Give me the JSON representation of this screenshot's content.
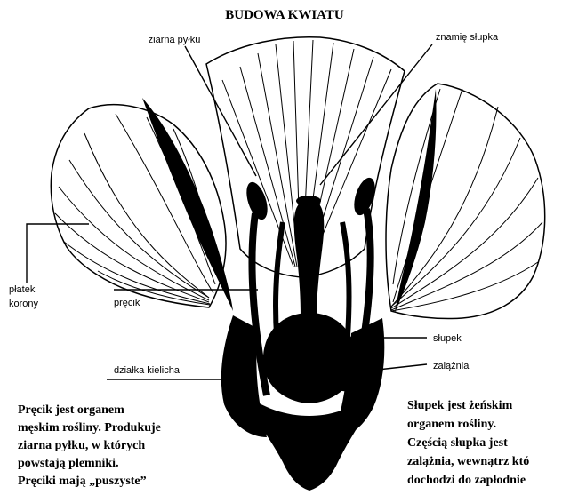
{
  "diagram": {
    "title": "BUDOWA KWIATU",
    "labels": {
      "ziarna_pylku": "ziarna pyłku",
      "znamie_slupka": "znamię słupka",
      "platek": "płatek",
      "korony": "korony",
      "precik": "pręcik",
      "slupek": "słupek",
      "dzialka_kielicha": "działka kielicha",
      "zalaznia": "zalążnia"
    },
    "left_text": [
      "Pręcik jest organem",
      "męskim rośliny. Produkuje",
      "ziarna pyłku, w których",
      "powstają plemniki.",
      "Pręciki mają „puszyste”"
    ],
    "right_text": [
      "Słupek jest żeńskim",
      "organem rośliny.",
      "Częścią słupka jest",
      "zalążnia, wewnątrz któ",
      "dochodzi do zapłodnie"
    ]
  }
}
